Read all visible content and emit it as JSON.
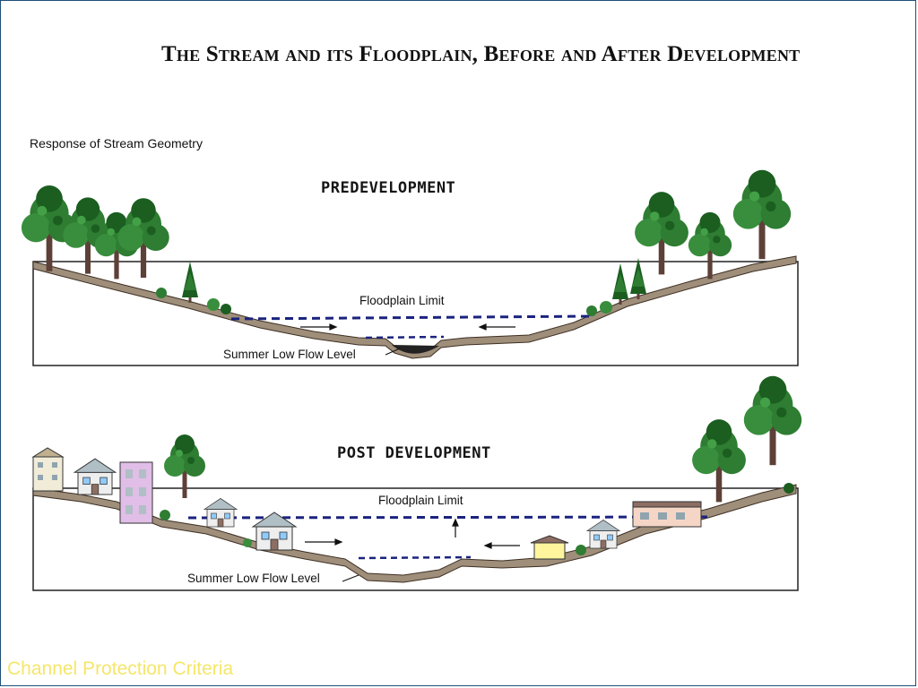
{
  "header": {
    "title": "The Stream and its Floodplain, Before and After Development"
  },
  "subtitle": "Response of Stream Geometry",
  "panels": {
    "pre": {
      "label": "PREDEVELOPMENT",
      "floodplain": "Floodplain Limit",
      "lowflow": "Summer Low Flow Level"
    },
    "post": {
      "label": "POST DEVELOPMENT",
      "floodplain": "Floodplain Limit",
      "lowflow": "Summer Low Flow Level"
    }
  },
  "footer": {
    "text": "Channel Protection Criteria"
  },
  "colors": {
    "tree": "#2e7d32",
    "treeDark": "#1b5e20",
    "trunk": "#5d4037",
    "ground": "#9e8e7a",
    "floodline": "#1a237e",
    "footer": "#f5e66a",
    "frame": "#1f4f7a"
  },
  "icons": [
    "tree-icon",
    "house-icon",
    "building-icon",
    "flow-arrow-icon"
  ]
}
